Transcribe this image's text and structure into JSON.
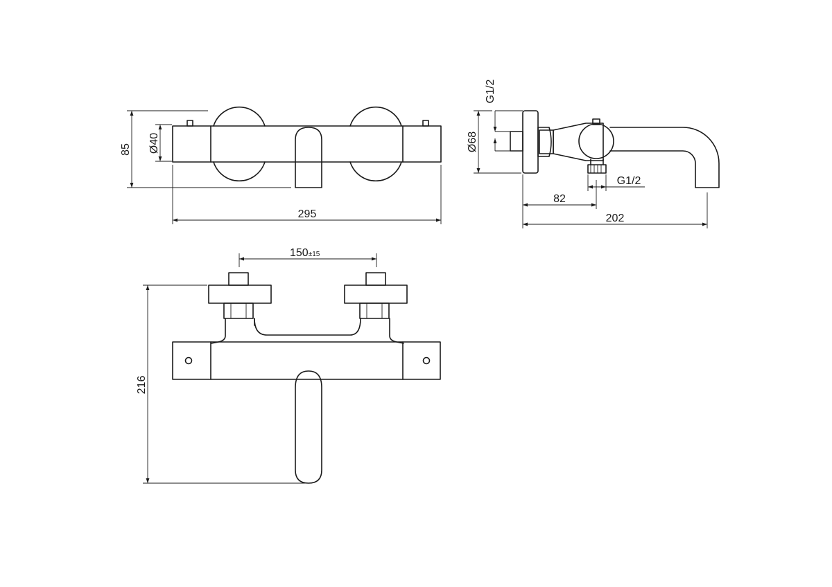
{
  "dimensions": {
    "front_height": "85",
    "front_diameter": "Ø40",
    "front_width": "295",
    "side_thread_top": "G1/2",
    "side_diameter": "Ø68",
    "side_thread_bottom": "G1/2",
    "side_depth": "82",
    "side_length": "202",
    "top_spacing": "150",
    "top_spacing_tolerance": "±15",
    "top_depth": "216"
  },
  "colors": {
    "line": "#1a1a1a",
    "background": "#ffffff"
  }
}
